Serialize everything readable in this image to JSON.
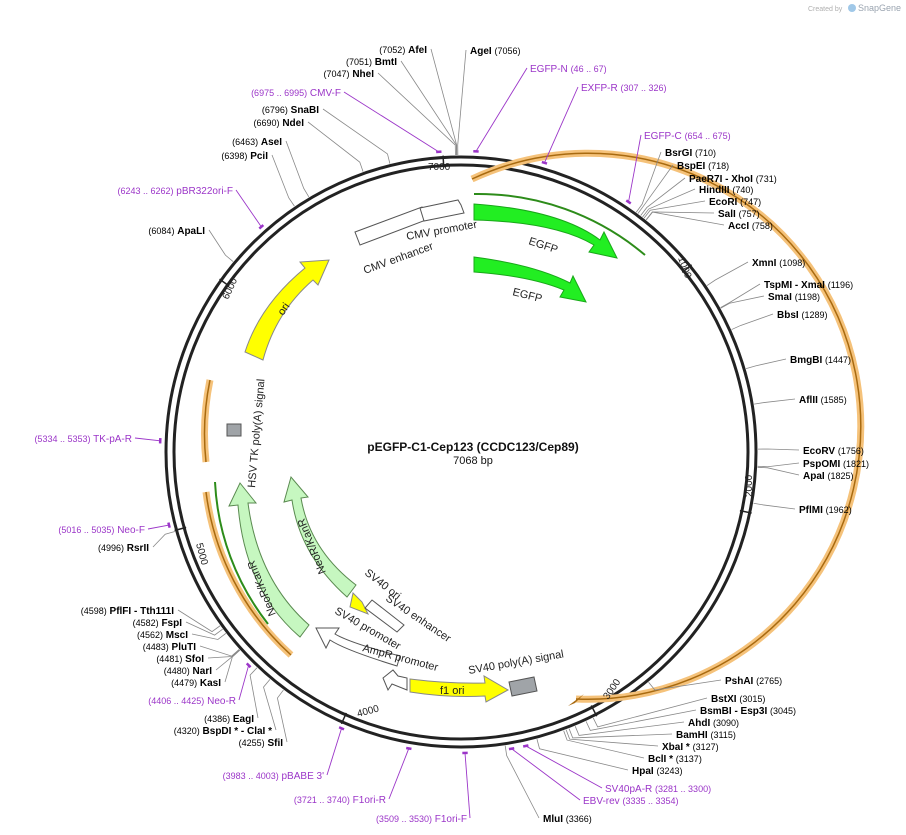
{
  "watermark": {
    "created_by": "Created by",
    "brand": "SnapGene"
  },
  "plasmid": {
    "name": "pEGFP-C1-Cep123 (CCDC123/Cep89)",
    "size_label": "7068 bp",
    "length": 7068
  },
  "colors": {
    "site": "#000000",
    "primer": "#9b35c8",
    "egfp": "#22ee22",
    "neo": "#c6f7c0",
    "ori": "#ffff00",
    "signal": "#a0a4a8",
    "orf": "#f0b050",
    "backbone": "#222222"
  },
  "ticks": [
    {
      "bp": 1000,
      "label": "1000"
    },
    {
      "bp": 2000,
      "label": "2000"
    },
    {
      "bp": 3000,
      "label": "3000"
    },
    {
      "bp": 4000,
      "label": "4000"
    },
    {
      "bp": 5000,
      "label": "5000"
    },
    {
      "bp": 6000,
      "label": "6000"
    },
    {
      "bp": 7000,
      "label": "7000"
    }
  ],
  "sites": [
    {
      "name": "AgeI",
      "pos": "(7056)",
      "bp": 7056
    },
    {
      "name": "AfeI",
      "pos": "(7052)",
      "bp": 7052
    },
    {
      "name": "BmtI",
      "pos": "(7051)",
      "bp": 7051
    },
    {
      "name": "NheI",
      "pos": "(7047)",
      "bp": 7047
    },
    {
      "name": "SnaBI",
      "pos": "(6796)",
      "bp": 6796
    },
    {
      "name": "NdeI",
      "pos": "(6690)",
      "bp": 6690
    },
    {
      "name": "AseI",
      "pos": "(6463)",
      "bp": 6463
    },
    {
      "name": "PciI",
      "pos": "(6398)",
      "bp": 6398
    },
    {
      "name": "ApaLI",
      "pos": "(6084)",
      "bp": 6084
    },
    {
      "name": "BsrGI",
      "pos": "(710)",
      "bp": 710
    },
    {
      "name": "BspEI",
      "pos": "(718)",
      "bp": 718
    },
    {
      "name": "PaeR7I - XhoI",
      "pos": "(731)",
      "bp": 731
    },
    {
      "name": "HindIII",
      "pos": "(740)",
      "bp": 740
    },
    {
      "name": "EcoRI",
      "pos": "(747)",
      "bp": 747
    },
    {
      "name": "SalI",
      "pos": "(757)",
      "bp": 757
    },
    {
      "name": "AccI",
      "pos": "(758)",
      "bp": 758
    },
    {
      "name": "XmnI",
      "pos": "(1098)",
      "bp": 1098
    },
    {
      "name": "TspMI - XmaI",
      "pos": "(1196)",
      "bp": 1196
    },
    {
      "name": "SmaI",
      "pos": "(1198)",
      "bp": 1198
    },
    {
      "name": "BbsI",
      "pos": "(1289)",
      "bp": 1289
    },
    {
      "name": "BmgBI",
      "pos": "(1447)",
      "bp": 1447
    },
    {
      "name": "AflII",
      "pos": "(1585)",
      "bp": 1585
    },
    {
      "name": "EcoRV",
      "pos": "(1756)",
      "bp": 1756
    },
    {
      "name": "PspOMI",
      "pos": "(1821)",
      "bp": 1821
    },
    {
      "name": "ApaI",
      "pos": "(1825)",
      "bp": 1825
    },
    {
      "name": "PflMI",
      "pos": "(1962)",
      "bp": 1962
    },
    {
      "name": "PshAI",
      "pos": "(2765)",
      "bp": 2765
    },
    {
      "name": "BstXI",
      "pos": "(3015)",
      "bp": 3015
    },
    {
      "name": "BsmBI - Esp3I",
      "pos": "(3045)",
      "bp": 3045
    },
    {
      "name": "AhdI",
      "pos": "(3090)",
      "bp": 3090
    },
    {
      "name": "BamHI",
      "pos": "(3115)",
      "bp": 3115
    },
    {
      "name": "XbaI *",
      "pos": "(3127)",
      "bp": 3127
    },
    {
      "name": "BclI *",
      "pos": "(3137)",
      "bp": 3137
    },
    {
      "name": "HpaI",
      "pos": "(3243)",
      "bp": 3243
    },
    {
      "name": "MluI",
      "pos": "(3366)",
      "bp": 3366
    },
    {
      "name": "EagI",
      "pos": "(4386)",
      "bp": 4386
    },
    {
      "name": "BspDI * - ClaI *",
      "pos": "(4320)",
      "bp": 4320
    },
    {
      "name": "SfiI",
      "pos": "(4255)",
      "bp": 4255
    },
    {
      "name": "PflFI - Tth111I",
      "pos": "(4598)",
      "bp": 4598
    },
    {
      "name": "FspI",
      "pos": "(4582)",
      "bp": 4582
    },
    {
      "name": "MscI",
      "pos": "(4562)",
      "bp": 4562
    },
    {
      "name": "PluTI",
      "pos": "(4483)",
      "bp": 4483
    },
    {
      "name": "SfoI",
      "pos": "(4481)",
      "bp": 4481
    },
    {
      "name": "NarI",
      "pos": "(4480)",
      "bp": 4480
    },
    {
      "name": "KasI",
      "pos": "(4479)",
      "bp": 4479
    },
    {
      "name": "RsrII",
      "pos": "(4996)",
      "bp": 4996
    }
  ],
  "primers": [
    {
      "name": "EGFP-N",
      "range": "(46 .. 67)",
      "bp": 56
    },
    {
      "name": "EXFP-R",
      "range": "(307 .. 326)",
      "bp": 316
    },
    {
      "name": "EGFP-C",
      "range": "(654 .. 675)",
      "bp": 664
    },
    {
      "name": "CMV-F",
      "range": "(6975 .. 6995)",
      "bp": 6985
    },
    {
      "name": "pBR322ori-F",
      "range": "(6243 .. 6262)",
      "bp": 6252
    },
    {
      "name": "TK-pA-R",
      "range": "(5334 .. 5353)",
      "bp": 5343
    },
    {
      "name": "Neo-F",
      "range": "(5016 .. 5035)",
      "bp": 5025
    },
    {
      "name": "Neo-R",
      "range": "(4406 .. 4425)",
      "bp": 4415
    },
    {
      "name": "pBABE 3'",
      "range": "(3983 .. 4003)",
      "bp": 3993
    },
    {
      "name": "F1ori-R",
      "range": "(3721 .. 3740)",
      "bp": 3730
    },
    {
      "name": "F1ori-F",
      "range": "(3509 .. 3530)",
      "bp": 3519
    },
    {
      "name": "SV40pA-R",
      "range": "(3281 .. 3300)",
      "bp": 3290
    },
    {
      "name": "EBV-rev",
      "range": "(3335 .. 3354)",
      "bp": 3344
    }
  ],
  "features": [
    {
      "name": "CMV enhancer",
      "kind": "promoter"
    },
    {
      "name": "CMV promoter",
      "kind": "promoter"
    },
    {
      "name": "EGFP",
      "kind": "egfp"
    },
    {
      "name": "EGFP",
      "kind": "egfp"
    },
    {
      "name": "ori",
      "kind": "ori"
    },
    {
      "name": "HSV TK poly(A) signal",
      "kind": "signal"
    },
    {
      "name": "NeoR/KanR",
      "kind": "neo"
    },
    {
      "name": "NeoR/KanR",
      "kind": "neo"
    },
    {
      "name": "SV40 ori",
      "kind": "ori"
    },
    {
      "name": "SV40 enhancer",
      "kind": "promoter"
    },
    {
      "name": "SV40 promoter",
      "kind": "promoter"
    },
    {
      "name": "AmpR promoter",
      "kind": "promoter"
    },
    {
      "name": "f1 ori",
      "kind": "ori"
    },
    {
      "name": "SV40 poly(A) signal",
      "kind": "signal"
    }
  ]
}
